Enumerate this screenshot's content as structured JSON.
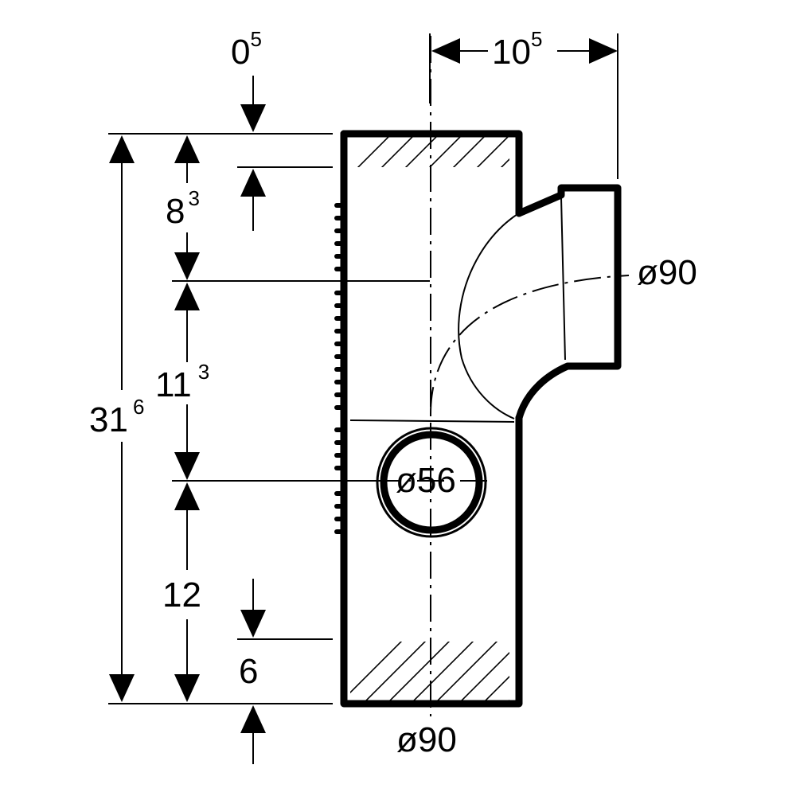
{
  "drawing": {
    "top_offset": {
      "main": "0",
      "sup": "5"
    },
    "branch_offset": {
      "main": "10",
      "sup": "5"
    },
    "total_height": {
      "main": "31",
      "sup": "6"
    },
    "upper_segment": {
      "main": "8",
      "sup": "3"
    },
    "middle_segment": {
      "main": "11",
      "sup": "3"
    },
    "lower_segment": {
      "main": "12",
      "sup": ""
    },
    "bottom_insert": {
      "main": "6",
      "sup": ""
    },
    "branch_diameter": "ø90",
    "side_inlet_diameter": "ø56",
    "main_diameter": "ø90"
  }
}
